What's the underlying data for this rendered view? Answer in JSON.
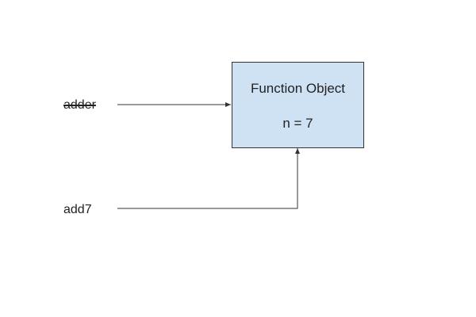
{
  "colors": {
    "box_fill": "#cfe2f3",
    "box_border": "#333333",
    "arrow": "#333333",
    "text": "#222222"
  },
  "variables": [
    {
      "name": "adder",
      "struck_through": true
    },
    {
      "name": "add7",
      "struck_through": false
    }
  ],
  "function_object": {
    "title": "Function Object",
    "property": "n = 7"
  }
}
